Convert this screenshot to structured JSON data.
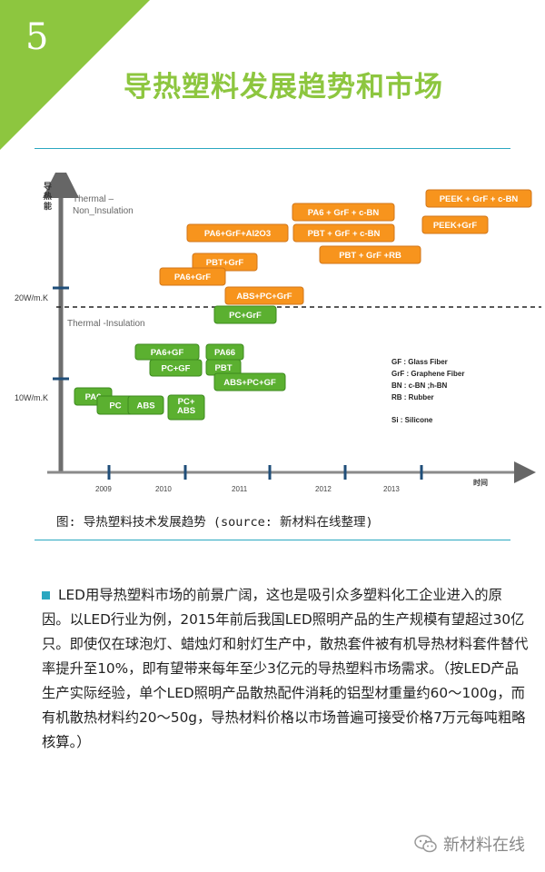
{
  "section_number": "5",
  "title": "导热塑料发展趋势和市场",
  "caption": "图: 导热塑料技术发展趋势 (source: 新材料在线整理)",
  "paragraph": "LED用导热塑料市场的前景广阔，这也是吸引众多塑料化工企业进入的原因。以LED行业为例，2015年前后我国LED照明产品的生产规模有望超过30亿只。即使仅在球泡灯、蜡烛灯和射灯生产中，散热套件被有机导热材料套件替代率提升至10%，即有望带来每年至少3亿元的导热塑料市场需求。（按LED产品生产实际经验，单个LED照明产品散热配件消耗的铝型材重量约60～100g，而有机散热材料约20～50g，导热材料价格以市场普遍可接受价格7万元每吨粗略核算。）",
  "watermark": "新材料在线",
  "colors": {
    "accent_green": "#8dc63f",
    "line_blue": "#2aa7c0",
    "orange": "#f7941d",
    "green_box": "#5bb030"
  },
  "chart_data": {
    "type": "diagram",
    "y_axis_label": "导热能力",
    "x_axis_label": "时间",
    "x_ticks": [
      "2009",
      "2010",
      "2011",
      "2012",
      "2013"
    ],
    "y_ticks": [
      "20W/m.K",
      "10W/m.K"
    ],
    "region_labels": {
      "upper": "Thermal –\nNon_Insulation",
      "lower": "Thermal -Insulation"
    },
    "orange_items": [
      "PA6 + GrF + c-BN",
      "PEEK + GrF + c-BN",
      "PA6+GrF+Al2O3",
      "PBT + GrF + c-BN",
      "PEEK+GrF",
      "PBT+GrF",
      "PBT + GrF +RB",
      "PA6+GrF",
      "ABS+PC+GrF"
    ],
    "green_items": [
      "PC+GrF",
      "PA6+GF",
      "PA66",
      "PC+GF",
      "PBT",
      "ABS+PC+GF",
      "PA6",
      "PC",
      "ABS",
      "PC+\nABS"
    ],
    "legend": [
      "GF : Glass Fiber",
      "GrF : Graphene Fiber",
      "BN : c-BN ;h-BN",
      "RB : Rubber",
      "Si : Silicone"
    ]
  }
}
